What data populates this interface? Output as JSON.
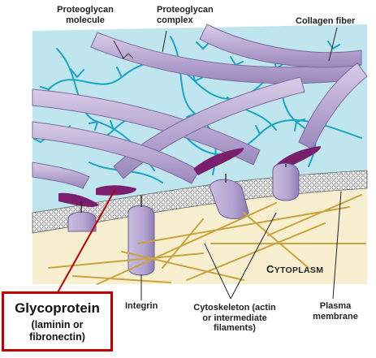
{
  "labels": {
    "proteoglycan_molecule": [
      "Proteoglycan",
      "molecule"
    ],
    "proteoglycan_complex": [
      "Proteoglycan",
      "complex"
    ],
    "collagen_fiber": "Collagen fiber",
    "cytoplasm_big": "C",
    "cytoplasm_rest": "YTOPLASM",
    "integrin": "Integrin",
    "cytoskeleton": [
      "Cytoskeleton (actin",
      "or intermediate",
      "filaments)"
    ],
    "plasma_membrane": [
      "Plasma",
      "membrane"
    ]
  },
  "callout": {
    "title": "Glycoprotein",
    "subtitle": [
      "(laminin or",
      "fibronectin)"
    ]
  },
  "colors": {
    "extracellular": "#bfe6ef",
    "cytoplasm": "#f7efcf",
    "collagen": "#b9a9d3",
    "glycoprotein": "#7a1e6e",
    "proteoglycan": "#1aa5c2",
    "cytoskeleton": "#c9a43c",
    "callout_border": "#c00000"
  }
}
